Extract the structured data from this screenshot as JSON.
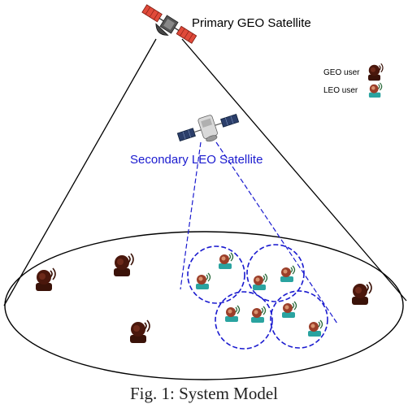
{
  "labels": {
    "primary_satellite": "Primary GEO Satellite",
    "secondary_satellite": "Secondary LEO Satellite",
    "legend_geo": "GEO user",
    "legend_leo": "LEO user",
    "caption": "Fig. 1: System Model"
  },
  "colors": {
    "line": "#000000",
    "leo_beam": "#1a1acf",
    "geo_user": "#3a1208",
    "leo_user_base": "#2aa3a0",
    "leo_user_head": "#9b3f2a"
  },
  "icons": {
    "geo_satellite": "geo-satellite-icon",
    "leo_satellite": "leo-satellite-icon",
    "geo_user": "geo-user-terminal-icon",
    "leo_user": "leo-user-terminal-icon"
  }
}
